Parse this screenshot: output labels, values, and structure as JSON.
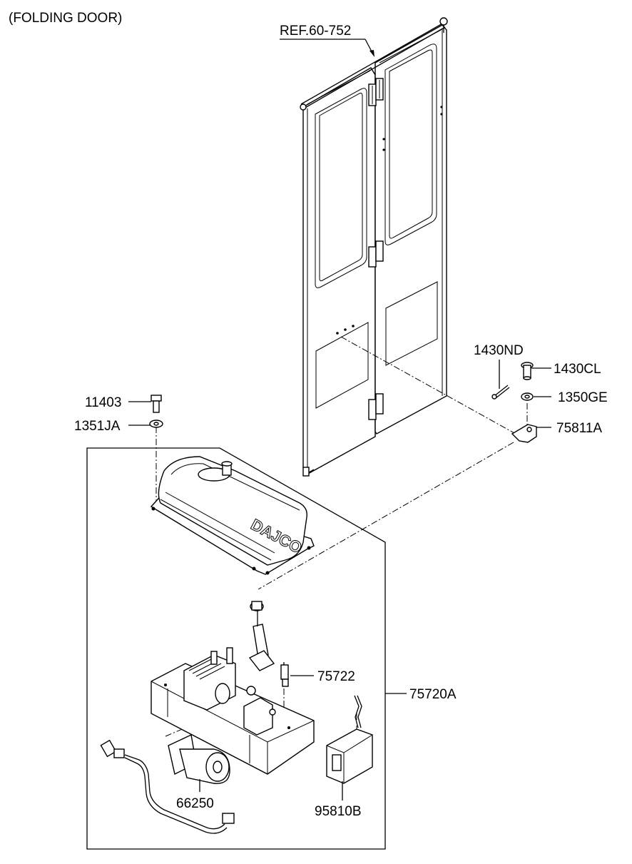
{
  "diagram": {
    "title": "(FOLDING DOOR)",
    "reference": "REF.60-752",
    "logo_text": "DAJCO",
    "parts": {
      "p1430ND": "1430ND",
      "p1430CL": "1430CL",
      "p1350GE": "1350GE",
      "p75811A": "75811A",
      "p11403": "11403",
      "p1351JA": "1351JA",
      "p75722": "75722",
      "p75720A": "75720A",
      "p66250": "66250",
      "p95810B": "95810B"
    }
  }
}
